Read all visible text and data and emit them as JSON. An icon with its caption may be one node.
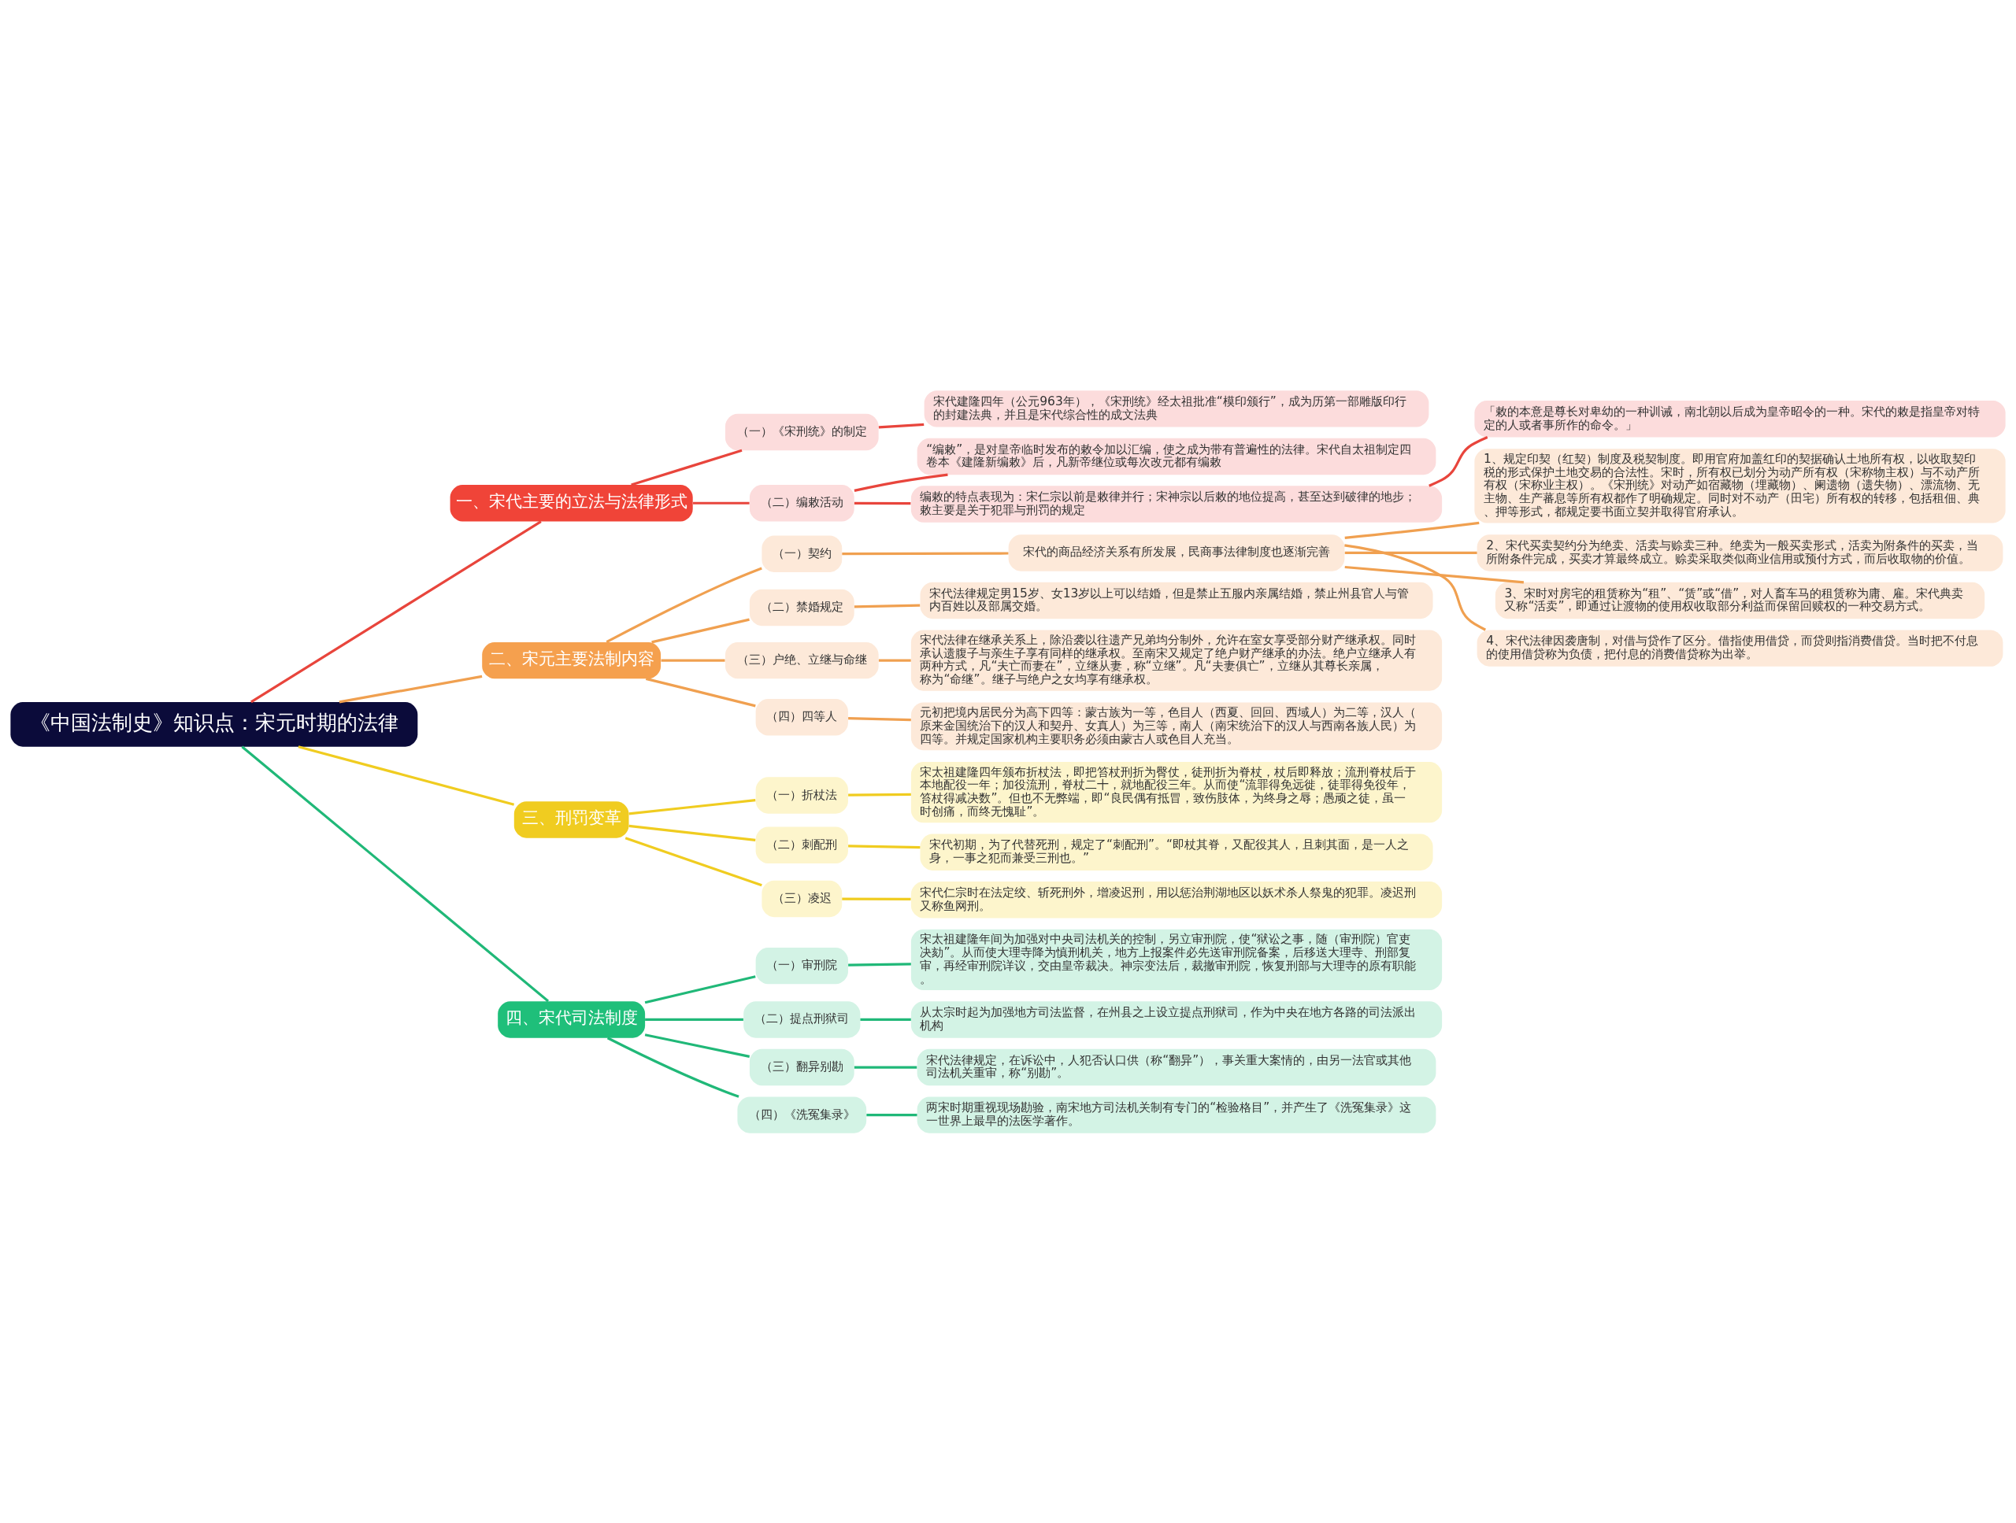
{
  "diagram": {
    "nodes": [
      {
        "text": [
          "《中国法制史》知识点：宋元时期的法律"
        ]
      },
      {
        "text": [
          "一、宋代主要的立法与法律形式"
        ]
      },
      {
        "text": [
          "（一）《宋刑统》的制定"
        ]
      },
      {
        "text": [
          "宋代建隆四年（公元963年），《宋刑统》经太祖批准“模印颁行”，成为历第一部雕版印行的封建法典，并且是宋代综合性的成文法典"
        ]
      },
      {
        "text": [
          "（二）编敕活动"
        ]
      },
      {
        "text": [
          "“编敕”，是对皇帝临时发布的敕令加以汇编，使之成为带有普遍性的法律。宋代自太祖制定四卷本《建隆新编敕》后，凡新帝继位或每次改元都有编敕"
        ]
      },
      {
        "text": [
          "编敕的特点表现为：宋仁宗以前是敕律并行；宋神宗以后敕的地位提高，甚至达到破律的地步；敕主要是关于犯罪与刑罚的规定"
        ]
      },
      {
        "text": [
          "「敕的本意是尊长对卑幼的一种训诫，南北朝以后成为皇帝昭令的一种。宋代的敕是指皇帝对特定的人或者事所作的命令。」"
        ]
      },
      {
        "text": [
          "二、宋元主要法制内容"
        ]
      },
      {
        "text": [
          "（一）契约"
        ]
      },
      {
        "text": [
          "宋代的商品经济关系有所发展，民商事法律制度也逐渐完善"
        ]
      },
      {
        "text": [
          "1、规定印契（红契）制度及税契制度。即用官府加盖红印的契据确认土地所有权，以收取契印税的形式保护土地交易的合法性。宋时，所有权已划分为动产所有权（宋称物主权）与不动产所有权（宋称业主权）。《宋刑统》对动产如宿藏物（埋藏物）、阑遗物（遗失物）、漂流物、无主物、生产蕃息等所有权都作了明确规定。同时对不动产（田宅）所有权的转移，包括租佃、典、押等形式，都规定要书面立契并取得官府承认。"
        ]
      },
      {
        "text": [
          "2、宋代买卖契约分为绝卖、活卖与赊卖三种。绝卖为一般买卖形式，活卖为附条件的买卖，当所附条件完成，买卖才算最终成立。赊卖采取类似商业信用或预付方式，而后收取物的价值。"
        ]
      },
      {
        "text": [
          "3、宋时对房宅的租赁称为“租”、“赁”或“借”，对人畜车马的租赁称为庸、雇。宋代典卖又称“活卖”，即通过让渡物的使用权收取部分利益而保留回赎权的一种交易方式。"
        ]
      },
      {
        "text": [
          "4、宋代法律因袭唐制，对借与贷作了区分。借指使用借贷，而贷则指消费借贷。当时把不付息的使用借贷称为负债，把付息的消费借贷称为出举。"
        ]
      },
      {
        "text": [
          "（二）禁婚规定"
        ]
      },
      {
        "text": [
          "宋代法律规定男15岁、女13岁以上可以结婚，但是禁止五服内亲属结婚，禁止州县官人与管内百姓以及部属交婚。"
        ]
      },
      {
        "text": [
          "（三）户绝、立继与命继"
        ]
      },
      {
        "text": [
          "宋代法律在继承关系上，除沿袭以往遗产兄弟均分制外，允许在室女享受部分财产继承权。同时承认遗腹子与亲生子享有同样的继承权。至南宋又规定了绝户财产继承的办法。绝户立继承人有两种方式，凡“夫亡而妻在”，立继从妻，称“立继”。凡“夫妻俱亡”，立继从其尊长亲属，称为“命继”。继子与绝户之女均享有继承权。"
        ]
      },
      {
        "text": [
          "（四）四等人"
        ]
      },
      {
        "text": [
          "元初把境内居民分为高下四等：蒙古族为一等，色目人（西夏、回回、西域人）为二等，汉人（原来金国统治下的汉人和契丹、女真人）为三等，南人（南宋统治下的汉人与西南各族人民）为四等。并规定国家机构主要职务必须由蒙古人或色目人充当。"
        ]
      },
      {
        "text": [
          "三、刑罚变革"
        ]
      },
      {
        "text": [
          "（一）折杖法"
        ]
      },
      {
        "text": [
          "宋太祖建隆四年颁布折杖法，即把笞杖刑折为臀仗，徒刑折为脊杖，杖后即释放；流刑脊杖后于本地配役一年；加役流刑，脊杖二十，就地配役三年。从而使“流罪得免远徙，徒罪得免役年，笞杖得减决数”。但也不无弊端，即“良民偶有抵冒，致伤肢体，为终身之辱；愚顽之徒，虽一时创痛，而终无愧耻”。"
        ]
      },
      {
        "text": [
          "（二）刺配刑"
        ]
      },
      {
        "text": [
          "宋代初期，为了代替死刑，规定了“刺配刑”。“即杖其脊，又配役其人，且刺其面，是一人之身，一事之犯而兼受三刑也。”"
        ]
      },
      {
        "text": [
          "（三）凌迟"
        ]
      },
      {
        "text": [
          "宋代仁宗时在法定绞、斩死刑外，增凌迟刑，用以惩治荆湖地区以妖术杀人祭鬼的犯罪。凌迟刑又称鱼网刑。"
        ]
      },
      {
        "text": [
          "四、宋代司法制度"
        ]
      },
      {
        "text": [
          "（一）审刑院"
        ]
      },
      {
        "text": [
          "宋太祖建隆年间为加强对中央司法机关的控制，另立审刑院，使“狱讼之事，随（审刑院）官吏决劾”。从而使大理寺降为慎刑机关，地方上报案件必先送审刑院备案，后移送大理寺、刑部复审，再经审刑院详议，交由皇帝裁决。神宗变法后，裁撤审刑院，恢复刑部与大理寺的原有职能。"
        ]
      },
      {
        "text": [
          "（二）提点刑狱司"
        ]
      },
      {
        "text": [
          "从太宗时起为加强地方司法监督，在州县之上设立提点刑狱司，作为中央在地方各路的司法派出机构"
        ]
      },
      {
        "text": [
          "（三）翻异别勘"
        ]
      },
      {
        "text": [
          "宋代法律规定，在诉讼中，人犯否认口供（称“翻异”），事关重大案情的，由另一法官或其他司法机关重审，称“别勘”。"
        ]
      },
      {
        "text": [
          "（四）《洗冤集录》"
        ]
      },
      {
        "text": [
          "两宋时期重视现场勘验，南宋地方司法机关制有专门的“检验格目”，并产生了《洗冤集录》这一世界上最早的法医学著作。"
        ]
      }
    ],
    "edges": [
      {
        "from": 0,
        "to": 1,
        "arrow": "none",
        "color": "#e8453c"
      },
      {
        "from": 1,
        "to": 2,
        "arrow": "none",
        "color": "#e8453c"
      },
      {
        "from": 2,
        "to": 3,
        "arrow": "none",
        "color": "#e8453c"
      },
      {
        "from": 1,
        "to": 4,
        "arrow": "none",
        "color": "#e8453c"
      },
      {
        "from": 4,
        "to": 5,
        "arrow": "none",
        "color": "#e8453c"
      },
      {
        "from": 4,
        "to": 6,
        "arrow": "none",
        "color": "#e8453c"
      },
      {
        "from": 6,
        "to": 7,
        "arrow": "none",
        "color": "#e8453c"
      },
      {
        "from": 0,
        "to": 8,
        "arrow": "none"
      },
      {
        "from": 8,
        "to": 9,
        "arrow": "none"
      },
      {
        "from": 9,
        "to": 10,
        "arrow": "none"
      },
      {
        "from": 10,
        "to": 11,
        "arrow": "none"
      },
      {
        "from": 10,
        "to": 12,
        "arrow": "none"
      },
      {
        "from": 10,
        "to": 13,
        "arrow": "none"
      },
      {
        "from": 10,
        "to": 14,
        "arrow": "none"
      },
      {
        "from": 8,
        "to": 15,
        "arrow": "none"
      },
      {
        "from": 15,
        "to": 16,
        "arrow": "none"
      },
      {
        "from": 8,
        "to": 17,
        "arrow": "none"
      },
      {
        "from": 17,
        "to": 18,
        "arrow": "none"
      },
      {
        "from": 8,
        "to": 19,
        "arrow": "none"
      },
      {
        "from": 19,
        "to": 20,
        "arrow": "none"
      },
      {
        "from": 0,
        "to": 21,
        "arrow": "none",
        "color": "#f0cc20"
      },
      {
        "from": 21,
        "to": 22,
        "arrow": "none",
        "color": "#f0cc20"
      },
      {
        "from": 22,
        "to": 23,
        "arrow": "none",
        "color": "#f0cc20"
      },
      {
        "from": 21,
        "to": 24,
        "arrow": "none",
        "color": "#f0cc20"
      },
      {
        "from": 24,
        "to": 25,
        "arrow": "none",
        "color": "#f0cc20"
      },
      {
        "from": 21,
        "to": 26,
        "arrow": "none",
        "color": "#f0cc20"
      },
      {
        "from": 26,
        "to": 27,
        "arrow": "none",
        "color": "#f0cc20"
      },
      {
        "from": 0,
        "to": 28,
        "arrow": "none",
        "color": "#20b878"
      },
      {
        "from": 28,
        "to": 29,
        "arrow": "none",
        "color": "#20b878"
      },
      {
        "from": 29,
        "to": 30,
        "arrow": "none",
        "color": "#20b878"
      },
      {
        "from": 28,
        "to": 31,
        "arrow": "none",
        "color": "#20b878"
      },
      {
        "from": 31,
        "to": 32,
        "arrow": "none",
        "color": "#20b878"
      },
      {
        "from": 28,
        "to": 33,
        "arrow": "none",
        "color": "#20b878"
      },
      {
        "from": 33,
        "to": 34,
        "arrow": "none",
        "color": "#20b878"
      },
      {
        "from": 28,
        "to": 35,
        "arrow": "none",
        "color": "#20b878"
      },
      {
        "from": 35,
        "to": 36,
        "arrow": "none",
        "color": "#20b878"
      }
    ]
  }
}
